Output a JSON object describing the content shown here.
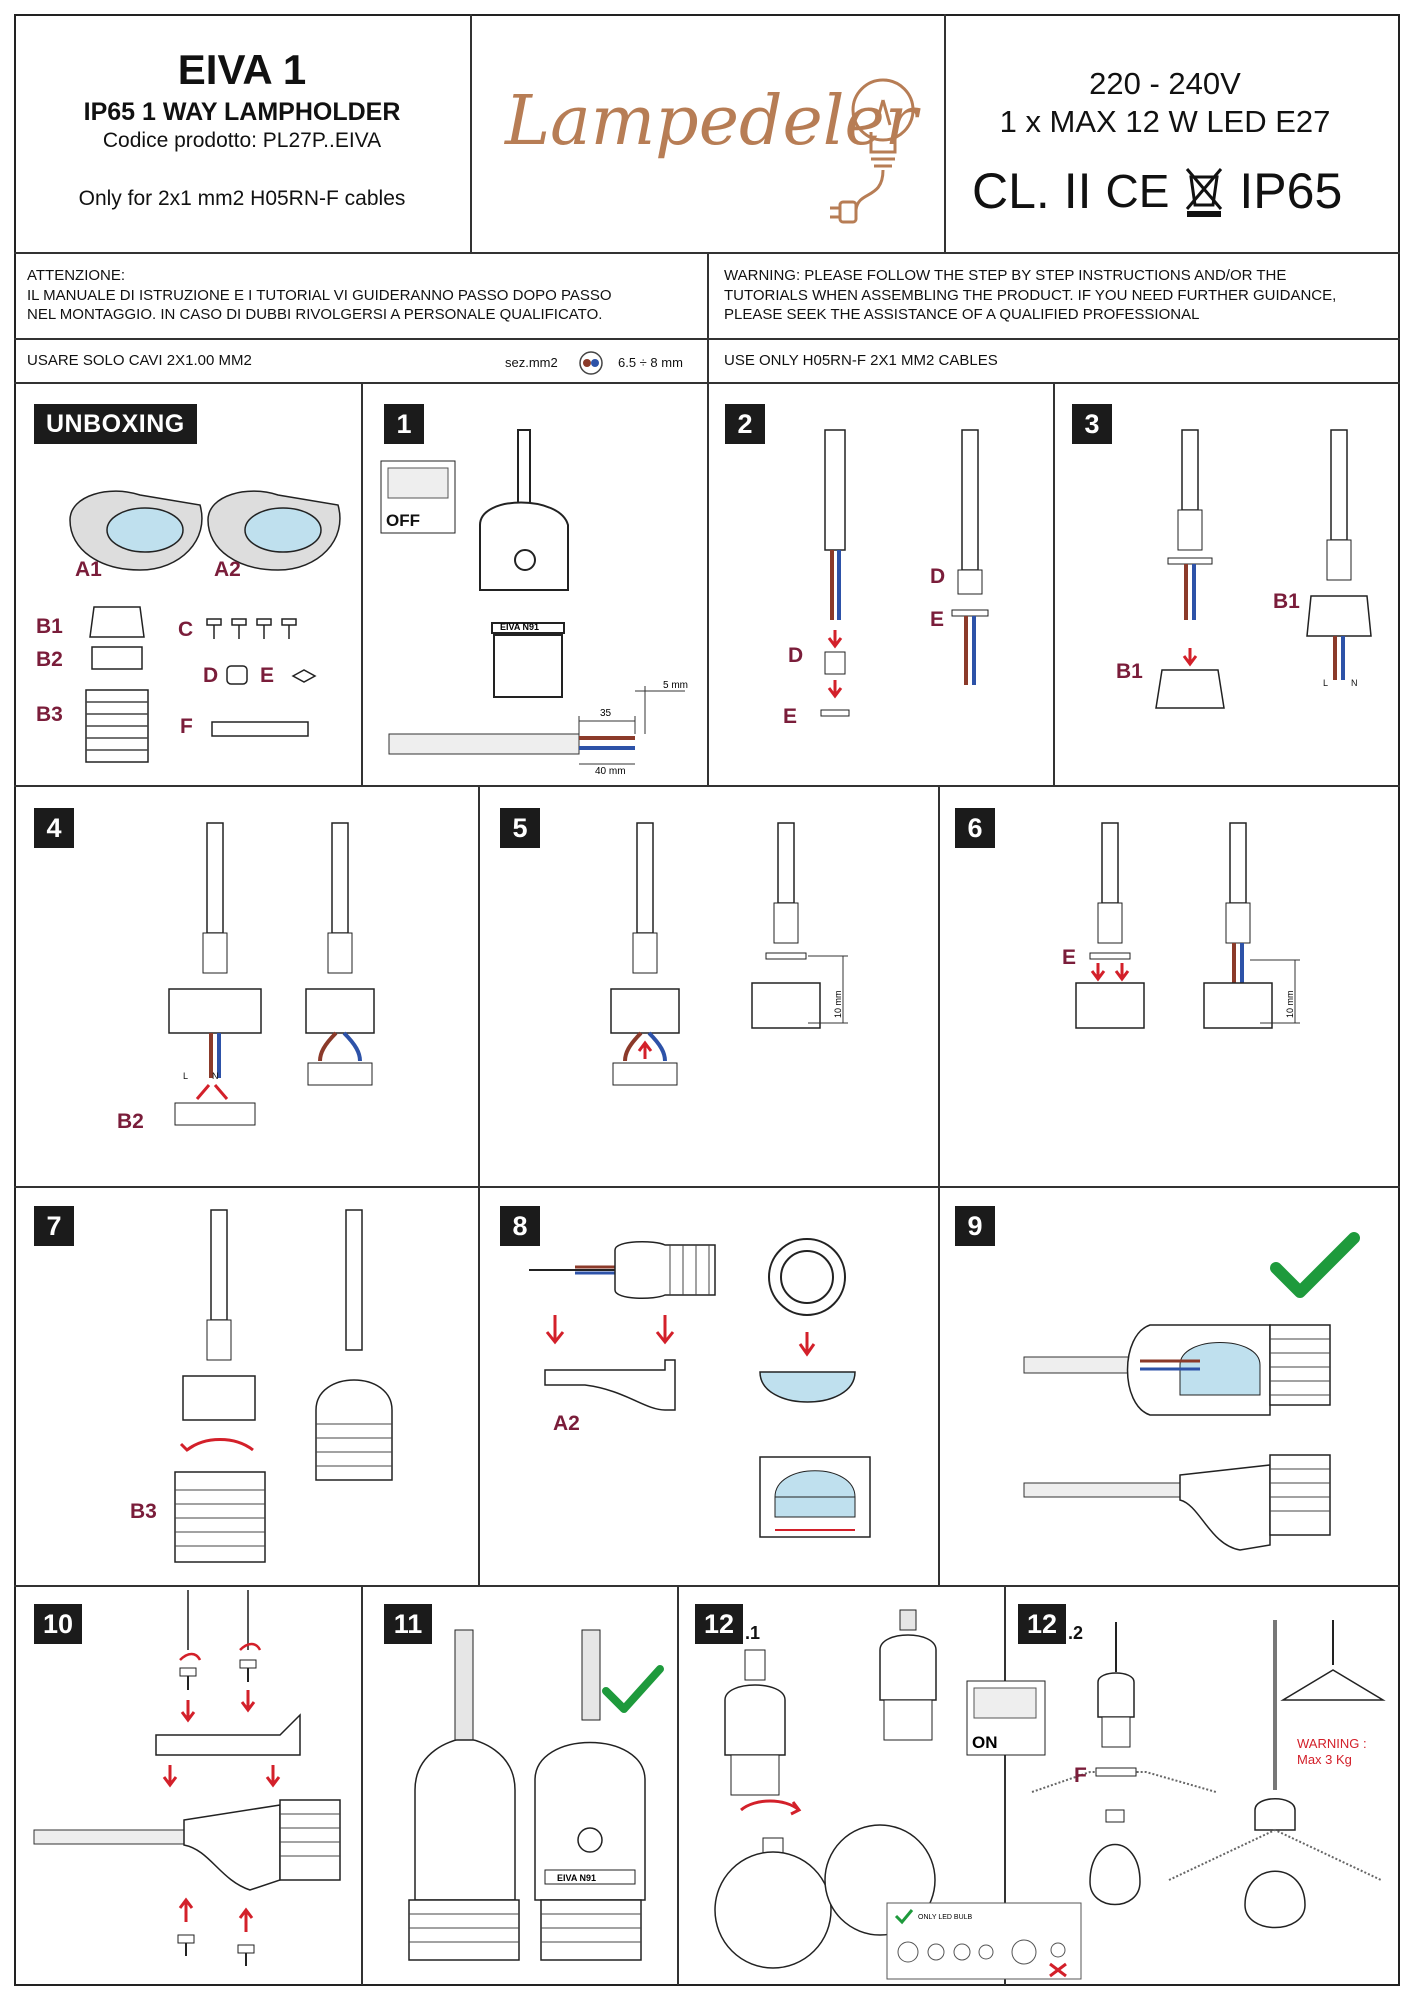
{
  "header": {
    "title": "EIVA 1",
    "subtitle": "IP65 1 WAY  LAMPHOLDER",
    "product_code": "Codice prodotto: PL27P..EIVA",
    "cable_note": "Only for 2x1 mm2 H05RN-F cables",
    "logo": "Lampedeler",
    "voltage": "220 - 240V",
    "max_power": "1 x MAX 12 W LED E27",
    "class": "CL. II",
    "ce_mark": "CE",
    "ip_rating": "IP65"
  },
  "warnings": {
    "it_title": "ATTENZIONE:",
    "it_line1": "IL MANUALE DI ISTRUZIONE E I TUTORIAL VI GUIDERANNO PASSO DOPO PASSO",
    "it_line2": "NEL MONTAGGIO. IN CASO DI DUBBI  RIVOLGERSI A PERSONALE QUALIFICATO.",
    "en_line1": "WARNING: PLEASE FOLLOW THE STEP BY STEP INSTRUCTIONS AND/OR THE",
    "en_line2": "TUTORIALS WHEN ASSEMBLING THE PRODUCT. IF YOU NEED FURTHER GUIDANCE,",
    "en_line3": "PLEASE SEEK THE ASSISTANCE OF A QUALIFIED PROFESSIONAL",
    "cable_it": "USARE SOLO CAVI 2X1.00 MM2",
    "section_label": "sez.mm2",
    "section_range": "6.5 ÷  8 mm",
    "cable_en": "USE ONLY H05RN-F 2X1 MM2 CABLES"
  },
  "steps": {
    "unboxing": "UNBOXING",
    "s1": "1",
    "s2": "2",
    "s3": "3",
    "s4": "4",
    "s5": "5",
    "s6": "6",
    "s7": "7",
    "s8": "8",
    "s9": "9",
    "s10": "10",
    "s11": "11",
    "s12": "12",
    "s12_1": ".1",
    "s12_2": ".2"
  },
  "parts": {
    "a1": "A1",
    "a2": "A2",
    "b1": "B1",
    "b2": "B2",
    "b3": "B3",
    "c": "C",
    "d": "D",
    "e": "E",
    "f": "F"
  },
  "annotations": {
    "off": "OFF",
    "on": "ON",
    "eiva_n1": "EIVA N91",
    "dim_35": "35",
    "dim_40": "40 mm",
    "dim_5": "5 mm",
    "dim_10": "10 mm",
    "l": "L",
    "n": "N",
    "only_led": "ONLY LED BULB",
    "weight_warning_1": "WARNING :",
    "weight_warning_2": "Max 3 Kg"
  },
  "colors": {
    "accent_label": "#7a1d3a",
    "arrow_red": "#d3202a",
    "check_green": "#1e9a3c",
    "logo_copper": "#b77d55",
    "wire_brown": "#8b3a2a",
    "wire_blue": "#2d52a8"
  }
}
